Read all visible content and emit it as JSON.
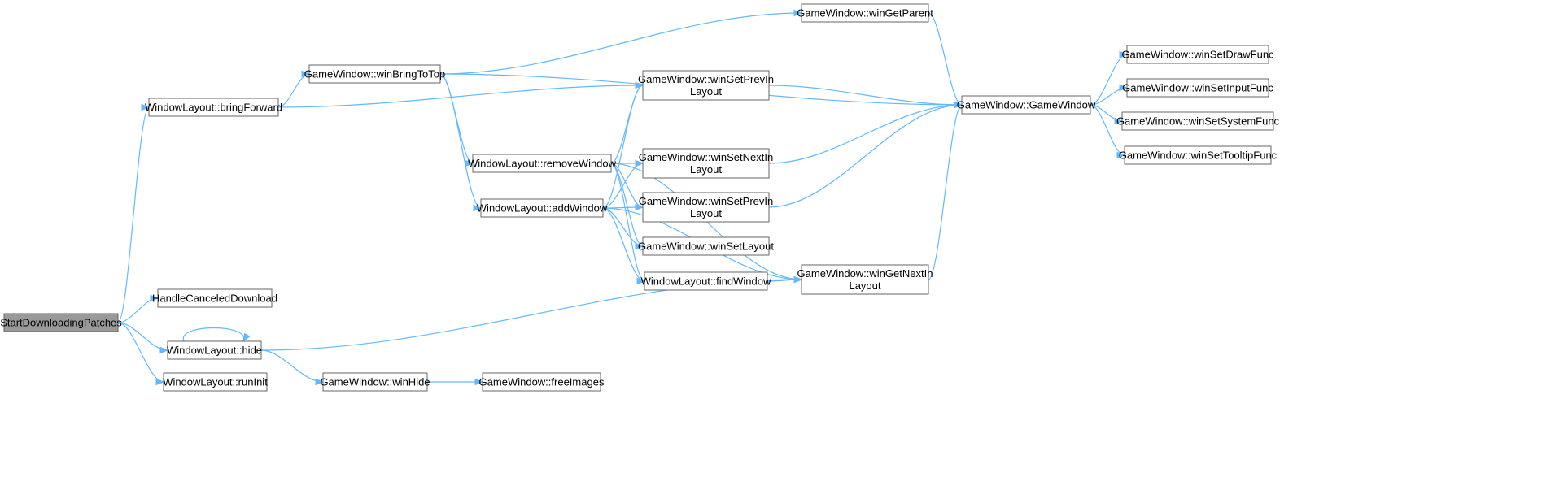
{
  "graph": {
    "accent_color": "#63b8ff",
    "root_fill": "#999999",
    "nodes": [
      {
        "id": "start",
        "lines": [
          "StartDownloadingPatches"
        ],
        "root": true
      },
      {
        "id": "bringForward",
        "lines": [
          "WindowLayout::bringForward"
        ]
      },
      {
        "id": "handleCanceled",
        "lines": [
          "HandleCanceledDownload"
        ]
      },
      {
        "id": "hide",
        "lines": [
          "WindowLayout::hide"
        ]
      },
      {
        "id": "runInit",
        "lines": [
          "WindowLayout::runInit"
        ]
      },
      {
        "id": "winBringToTop",
        "lines": [
          "GameWindow::winBringToTop"
        ]
      },
      {
        "id": "removeWindow",
        "lines": [
          "WindowLayout::removeWindow"
        ]
      },
      {
        "id": "addWindow",
        "lines": [
          "WindowLayout::addWindow"
        ]
      },
      {
        "id": "winHide",
        "lines": [
          "GameWindow::winHide"
        ]
      },
      {
        "id": "freeImages",
        "lines": [
          "GameWindow::freeImages"
        ]
      },
      {
        "id": "winGetParent",
        "lines": [
          "GameWindow::winGetParent"
        ]
      },
      {
        "id": "winGetPrevInLayout",
        "lines": [
          "GameWindow::winGetPrevIn",
          "Layout"
        ]
      },
      {
        "id": "winSetNextInLayout",
        "lines": [
          "GameWindow::winSetNextIn",
          "Layout"
        ]
      },
      {
        "id": "winSetPrevInLayout",
        "lines": [
          "GameWindow::winSetPrevIn",
          "Layout"
        ]
      },
      {
        "id": "winSetLayout",
        "lines": [
          "GameWindow::winSetLayout"
        ]
      },
      {
        "id": "findWindow",
        "lines": [
          "WindowLayout::findWindow"
        ]
      },
      {
        "id": "winGetNextInLayout",
        "lines": [
          "GameWindow::winGetNextIn",
          "Layout"
        ]
      },
      {
        "id": "gameWindow",
        "lines": [
          "GameWindow::GameWindow"
        ]
      },
      {
        "id": "winSetDrawFunc",
        "lines": [
          "GameWindow::winSetDrawFunc"
        ]
      },
      {
        "id": "winSetInputFunc",
        "lines": [
          "GameWindow::winSetInputFunc"
        ]
      },
      {
        "id": "winSetSystemFunc",
        "lines": [
          "GameWindow::winSetSystemFunc"
        ]
      },
      {
        "id": "winSetTooltipFunc",
        "lines": [
          "GameWindow::winSetTooltipFunc"
        ]
      }
    ],
    "edges": [
      [
        "start",
        "bringForward"
      ],
      [
        "start",
        "handleCanceled"
      ],
      [
        "start",
        "hide"
      ],
      [
        "start",
        "runInit"
      ],
      [
        "bringForward",
        "winBringToTop"
      ],
      [
        "bringForward",
        "winGetPrevInLayout"
      ],
      [
        "hide",
        "hide"
      ],
      [
        "hide",
        "winHide"
      ],
      [
        "hide",
        "winGetNextInLayout"
      ],
      [
        "winHide",
        "freeImages"
      ],
      [
        "winBringToTop",
        "winGetParent"
      ],
      [
        "winBringToTop",
        "gameWindow"
      ],
      [
        "winBringToTop",
        "removeWindow"
      ],
      [
        "winBringToTop",
        "addWindow"
      ],
      [
        "removeWindow",
        "winGetPrevInLayout"
      ],
      [
        "removeWindow",
        "winSetNextInLayout"
      ],
      [
        "removeWindow",
        "winSetPrevInLayout"
      ],
      [
        "removeWindow",
        "winSetLayout"
      ],
      [
        "removeWindow",
        "findWindow"
      ],
      [
        "removeWindow",
        "winGetNextInLayout"
      ],
      [
        "addWindow",
        "winGetPrevInLayout"
      ],
      [
        "addWindow",
        "winSetNextInLayout"
      ],
      [
        "addWindow",
        "winSetPrevInLayout"
      ],
      [
        "addWindow",
        "winSetLayout"
      ],
      [
        "addWindow",
        "findWindow"
      ],
      [
        "addWindow",
        "winGetNextInLayout"
      ],
      [
        "findWindow",
        "winGetNextInLayout"
      ],
      [
        "winGetParent",
        "gameWindow"
      ],
      [
        "winGetPrevInLayout",
        "gameWindow"
      ],
      [
        "winSetNextInLayout",
        "gameWindow"
      ],
      [
        "winSetPrevInLayout",
        "gameWindow"
      ],
      [
        "winGetNextInLayout",
        "gameWindow"
      ],
      [
        "gameWindow",
        "winSetDrawFunc"
      ],
      [
        "gameWindow",
        "winSetInputFunc"
      ],
      [
        "gameWindow",
        "winSetSystemFunc"
      ],
      [
        "gameWindow",
        "winSetTooltipFunc"
      ]
    ]
  }
}
